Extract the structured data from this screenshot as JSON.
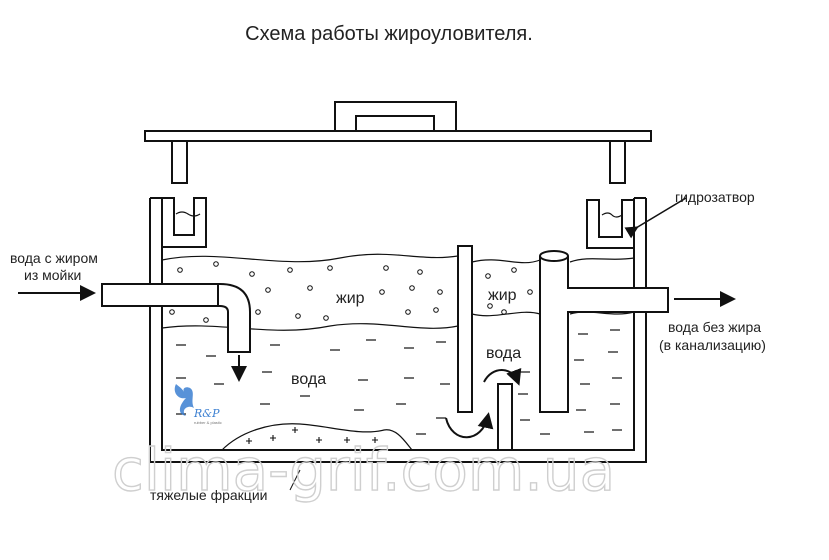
{
  "title": "Схема работы жироуловителя.",
  "labels": {
    "inlet_line1": "вода с жиром",
    "inlet_line2": "из мойки",
    "outlet_line1": "вода без жира",
    "outlet_line2": "(в канализацию)",
    "water_seal": "гидрозатвор",
    "fat_left": "жир",
    "fat_right": "жир",
    "water_left": "вода",
    "water_right": "вода",
    "heavy_fractions": "тяжелые фракции"
  },
  "logo": {
    "text": "R&P",
    "subtext": "rubber & plastic"
  },
  "watermark": "clima-grif.com.ua",
  "colors": {
    "line": "#111111",
    "watermark": "#cfcfcf",
    "logo_blue": "#3b7fd1"
  }
}
